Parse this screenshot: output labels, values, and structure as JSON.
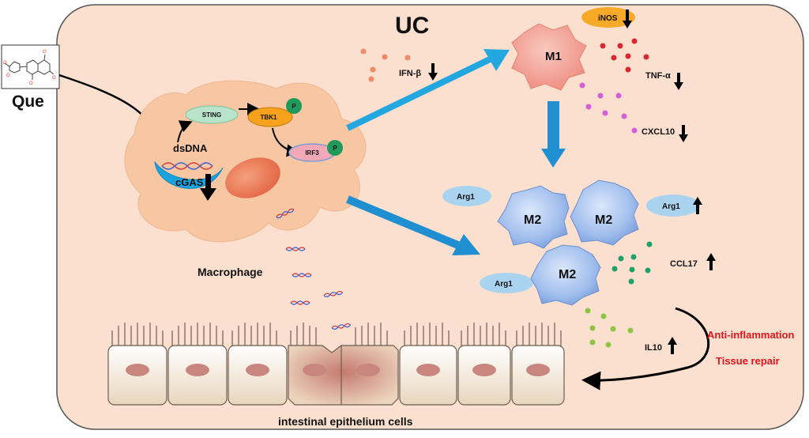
{
  "title": "UC",
  "compound": {
    "label": "Que"
  },
  "macrophage": {
    "label": "Macrophage",
    "sting": "STING",
    "tbk1": "TBK1",
    "irf3": "IRF3",
    "phospho": "P",
    "dsdna": "dsDNA",
    "cgas": "cGAS"
  },
  "cytokines": {
    "ifnb": "IFN-β",
    "tnfa": "TNF-α",
    "cxcl10": "CXCL10",
    "inos": "iNOS",
    "ccl17": "CCL17",
    "il10": "IL10"
  },
  "cells": {
    "m1": "M1",
    "m2": "M2",
    "arg1": "Arg1"
  },
  "effects": {
    "anti_inflammation": "Anti-inflammation",
    "tissue_repair": "Tissue repair"
  },
  "epithelium": {
    "label": "intestinal epithelium cells"
  },
  "colors": {
    "background": "#fbe0cf",
    "macrophage": "#f7c6a3",
    "m1": "#f2a398",
    "m2": "#a8c4ee",
    "arrow_blue": "#22a7e0",
    "red_dots": "#d7282f",
    "pink_dots": "#d45fd6",
    "green_dots": "#1fa06a",
    "light_green_dots": "#8cc540",
    "red_text": "#e3141b"
  }
}
